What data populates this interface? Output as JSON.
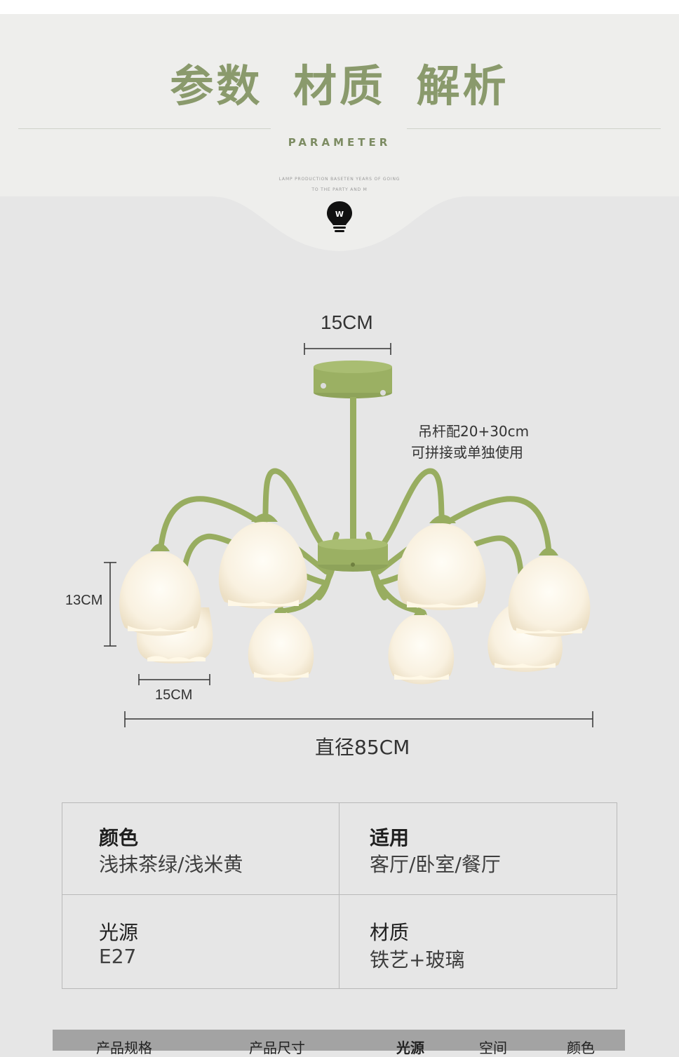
{
  "header": {
    "title": "参数 材质 解析",
    "subtitle": "PARAMETER",
    "tagline_line1": "LAMP PRODUCTION BASETEN YEARS OF GOING",
    "tagline_line2": "TO THE PARTY AND M",
    "logo_letter": "W"
  },
  "diagram": {
    "top_width": "15CM",
    "rod_note_line1": "吊杆配20+30cm",
    "rod_note_line2": "可拼接或单独使用",
    "shade_height": "13CM",
    "shade_width": "15CM",
    "diameter": "直径85CM"
  },
  "specs": [
    {
      "label": "颜色",
      "value": "浅抹茶绿/浅米黄"
    },
    {
      "label": "适用",
      "value": "客厅/卧室/餐厅"
    },
    {
      "label": "光源",
      "value": "E27"
    },
    {
      "label": "材质",
      "value": "铁艺+玻璃"
    }
  ],
  "bottom_bar": {
    "col1": "产品规格",
    "col2": "产品尺寸",
    "col3": "光源",
    "col4": "空间",
    "col5": "颜色"
  },
  "colors": {
    "accent_green": "#8a9a6c",
    "lamp_green": "#98ad60",
    "shade": "#fbf5e8"
  }
}
